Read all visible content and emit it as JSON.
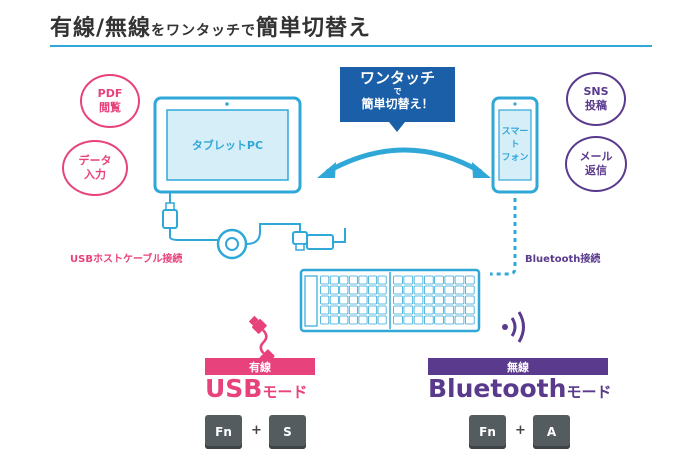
{
  "title": {
    "part1": "有線/無線",
    "part2": "をワンタッチで",
    "part3": "簡単切替え"
  },
  "devices": {
    "tablet": "タブレットPC",
    "phone": "スマート\nフォン"
  },
  "bubbles": {
    "pdf": "PDF\n閲覧",
    "data": "データ\n入力",
    "sns": "SNS\n投稿",
    "mail": "メール\n返信"
  },
  "one_touch": {
    "line1": "ワンタッチ",
    "line2": "で",
    "line3": "簡単切替え！"
  },
  "labels": {
    "usb_connect": "USBホストケーブル接続",
    "bt_connect": "Bluetooth接続"
  },
  "modes": {
    "wired": {
      "tag": "有線",
      "name": "USB",
      "suffix": "モード",
      "key1": "Fn",
      "plus": "+",
      "key2": "S"
    },
    "wireless": {
      "tag": "無線",
      "name": "Bluetooth",
      "suffix": "モード",
      "key1": "Fn",
      "plus": "+",
      "key2": "A"
    }
  },
  "colors": {
    "blue": "#2fa8d8",
    "pink": "#e8427c",
    "purple": "#5a3a8c",
    "navy": "#1b5fa8",
    "key": "#555c60"
  }
}
